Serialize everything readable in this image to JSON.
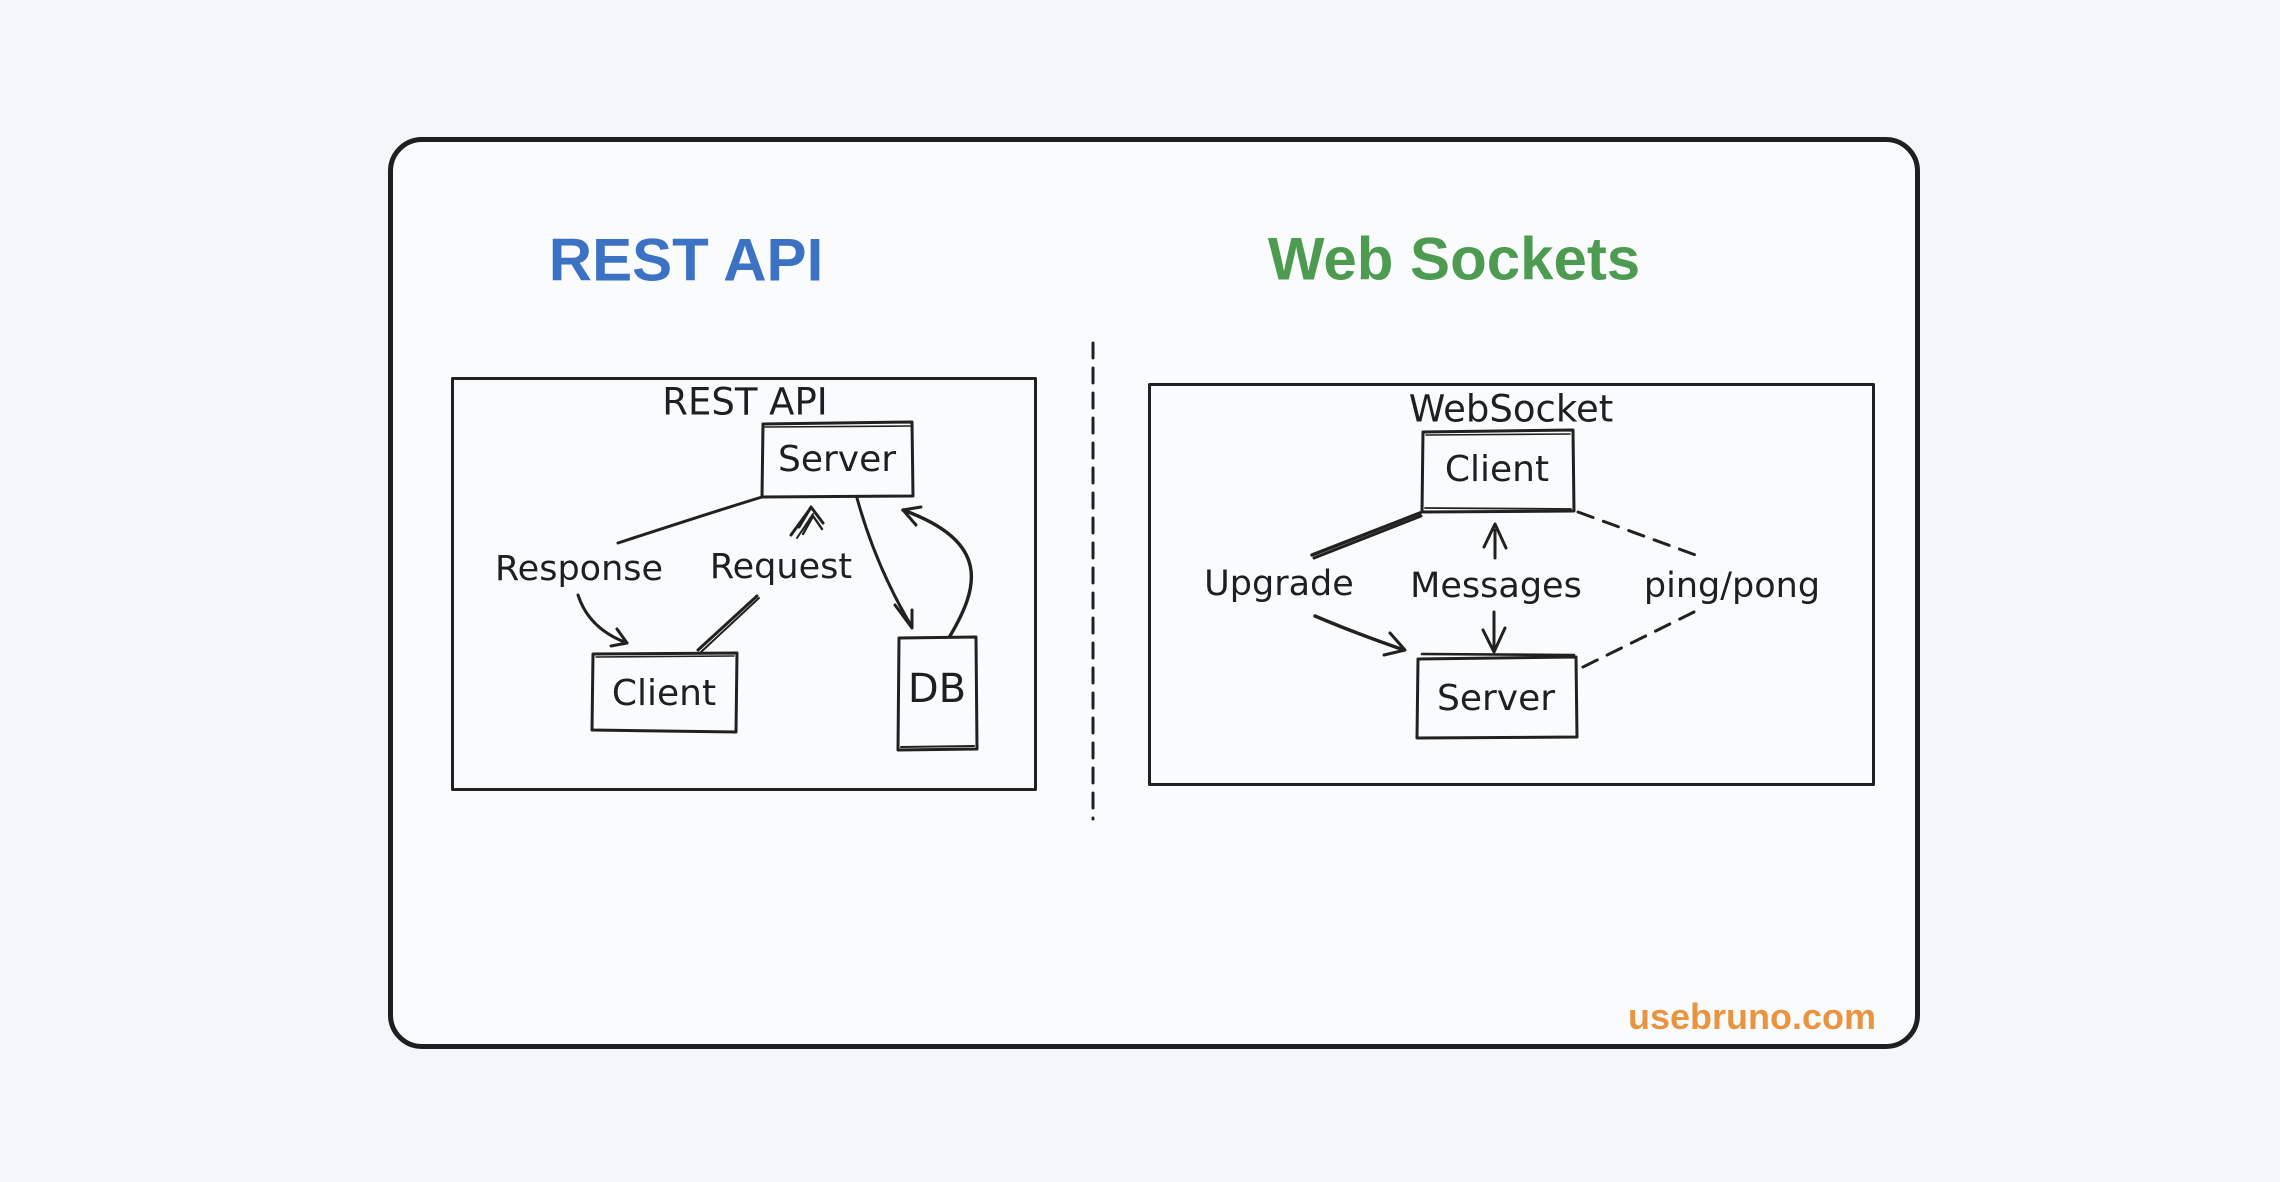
{
  "page": {
    "background_color": "#f5f6f8",
    "card_background_color": "#fafbfc",
    "stroke_color": "#212121"
  },
  "headers": {
    "rest_api": {
      "label": "REST API",
      "color": "#3b72c4"
    },
    "web_sockets": {
      "label": "Web Sockets",
      "color": "#4d9b50"
    }
  },
  "rest_diagram": {
    "title": "REST API",
    "nodes": {
      "server": "Server",
      "client": "Client",
      "db": "DB"
    },
    "edge_labels": {
      "response": "Response",
      "request": "Request"
    }
  },
  "websocket_diagram": {
    "title": "WebSocket",
    "nodes": {
      "client": "Client",
      "server": "Server"
    },
    "edge_labels": {
      "upgrade": "Upgrade",
      "messages": "Messages",
      "ping_pong": "ping/pong"
    }
  },
  "footer": {
    "watermark": {
      "label": "usebruno.com",
      "color": "#e99440"
    }
  }
}
